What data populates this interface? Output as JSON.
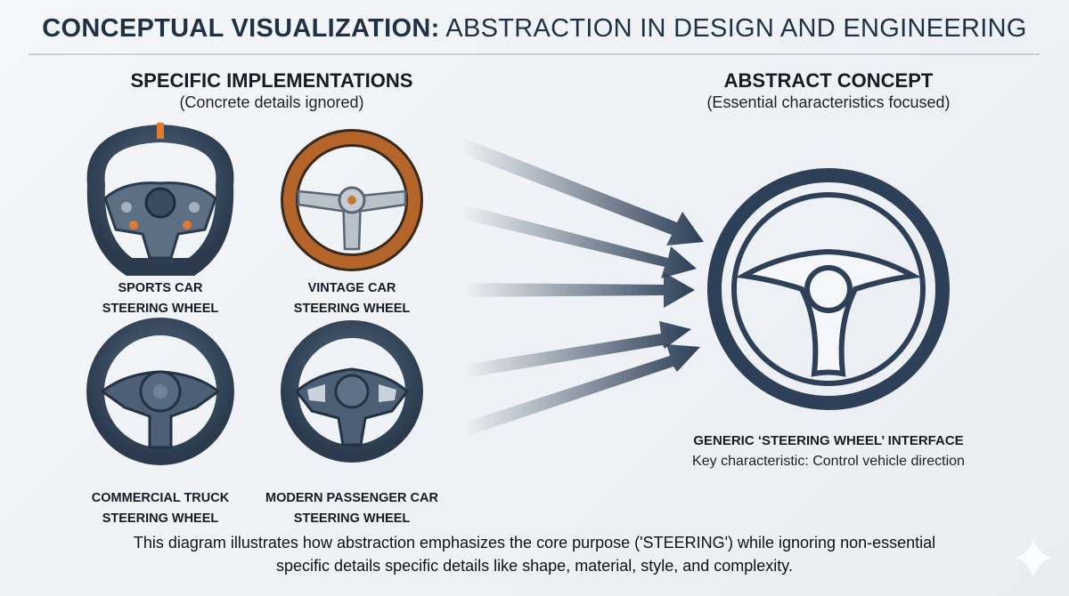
{
  "title": {
    "bold": "CONCEPTUAL VISUALIZATION:",
    "rest": " ABSTRACTION IN DESIGN AND ENGINEERING"
  },
  "left": {
    "heading": "SPECIFIC IMPLEMENTATIONS",
    "subtitle": "(Concrete details ignored)",
    "wheels": [
      {
        "line1": "SPORTS CAR",
        "line2": "STEERING WHEEL"
      },
      {
        "line1": "VINTAGE CAR",
        "line2": "STEERING WHEEL"
      },
      {
        "line1": "COMMERCIAL TRUCK",
        "line2": "STEERING WHEEL"
      },
      {
        "line1": "MODERN PASSENGER CAR",
        "line2": "STEERING WHEEL"
      }
    ]
  },
  "right": {
    "heading": "ABSTRACT CONCEPT",
    "subtitle": "(Essential characteristics focused)",
    "label": "GENERIC ‘STEERING WHEEL’ INTERFACE",
    "caption": "Key characteristic: Control vehicle direction"
  },
  "footer": {
    "line1": "This diagram illustrates how abstraction emphasizes the core purpose ('STEERING') while ignoring non-essential",
    "line2": "specific details specific details like shape, material, style, and complexity."
  },
  "colors": {
    "navy": "#2e4057",
    "dark": "#1f3147",
    "wood": "#b5652a",
    "accent": "#e07a2e"
  }
}
